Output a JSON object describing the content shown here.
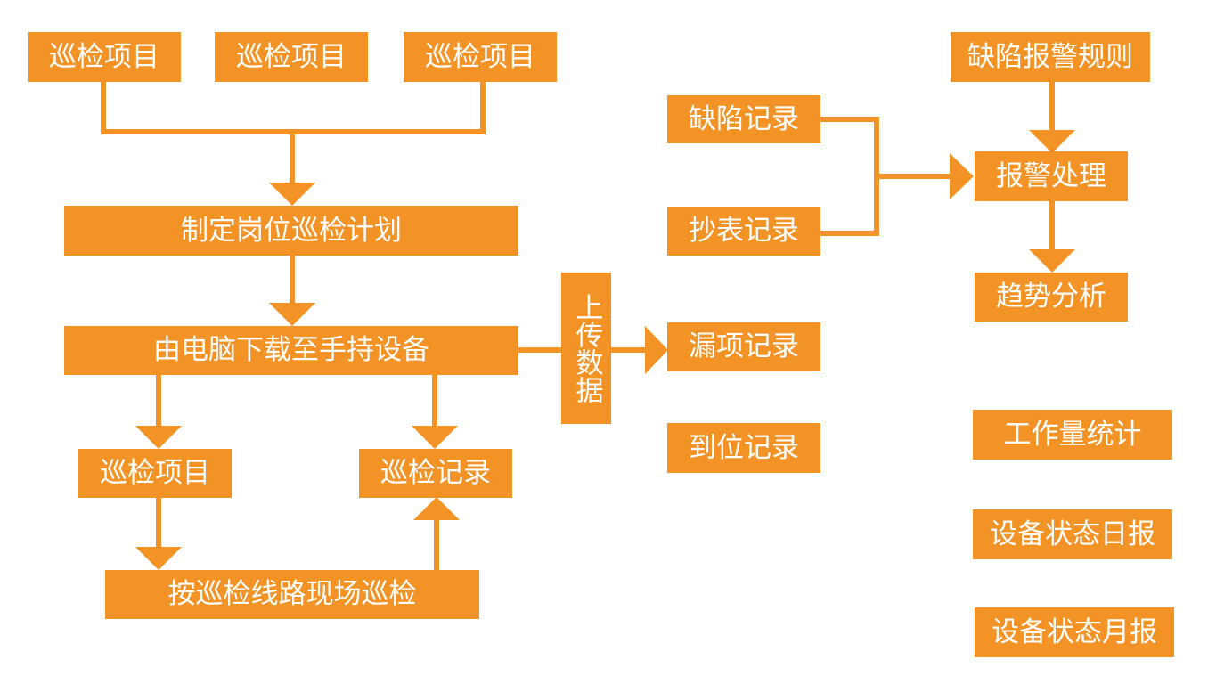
{
  "colors": {
    "node_fill": "#F39325",
    "line": "#F39325",
    "text": "#FFFFFF"
  },
  "nodes": {
    "inspection_item_1": "巡检项目",
    "inspection_item_2": "巡检项目",
    "inspection_item_3": "巡检项目",
    "make_plan": "制定岗位巡检计划",
    "download": "由电脑下载至手持设备",
    "inspection_item_4": "巡检项目",
    "inspection_record": "巡检记录",
    "field_inspection": "按巡检线路现场巡检",
    "upload_data": "上传数据",
    "defect_record": "缺陷记录",
    "meter_record": "抄表记录",
    "missed_record": "漏项记录",
    "arrival_record": "到位记录",
    "defect_alarm_rules": "缺陷报警规则",
    "alarm_handling": "报警处理",
    "trend_analysis": "趋势分析",
    "workload_stats": "工作量统计",
    "daily_report": "设备状态日报",
    "monthly_report": "设备状态月报"
  }
}
